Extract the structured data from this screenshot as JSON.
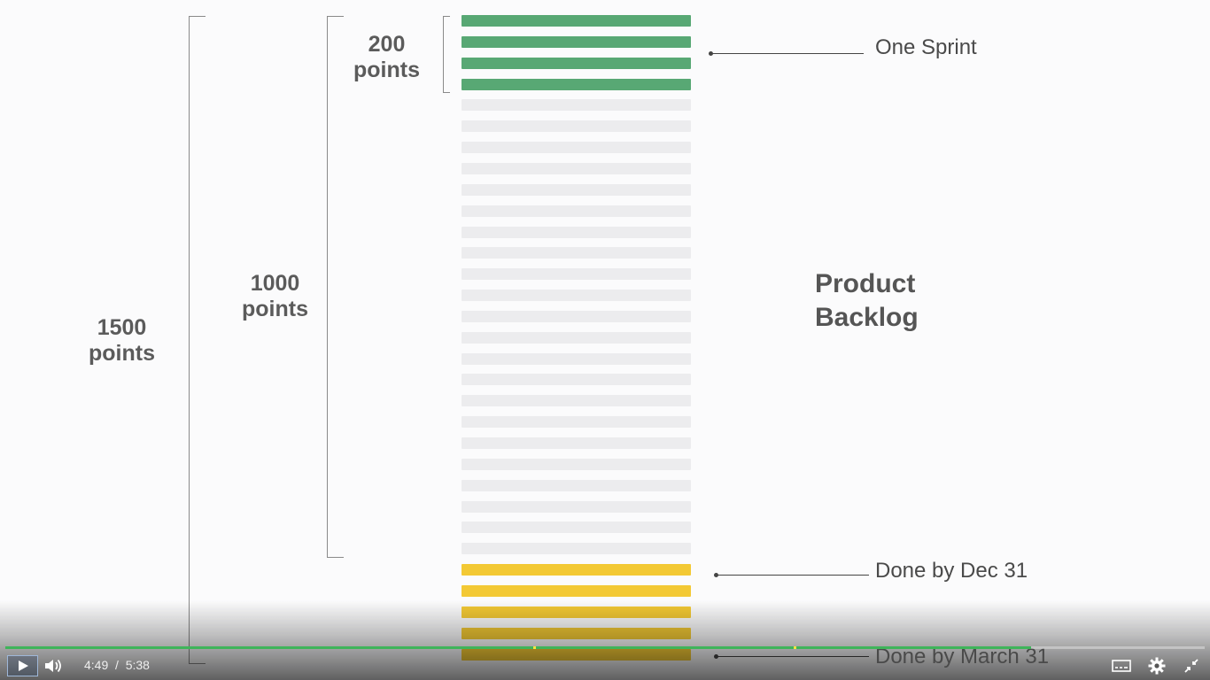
{
  "slide": {
    "labels": {
      "total": "1500\npoints",
      "subset": "1000\npoints",
      "sprint": "200\npoints"
    },
    "callouts": {
      "sprint": "One Sprint",
      "dec": "Done by Dec 31",
      "march": "Done by March 31"
    },
    "backlog_title": "Product\nBacklog",
    "bars": {
      "green_count": 4,
      "grey_count": 22,
      "yellow_count": 5
    },
    "colors": {
      "green": "#58a874",
      "grey": "#ececee",
      "yellow": "#f3c934"
    }
  },
  "player": {
    "current_time": "4:49",
    "separator": "/",
    "duration": "5:38",
    "progress": 0.855,
    "chapter_marks": [
      0.44,
      0.657
    ],
    "icons": {
      "play": "play-icon",
      "volume": "volume-icon",
      "captions": "captions-icon",
      "settings": "gear-icon",
      "exit_fullscreen": "exit-fullscreen-icon"
    }
  }
}
